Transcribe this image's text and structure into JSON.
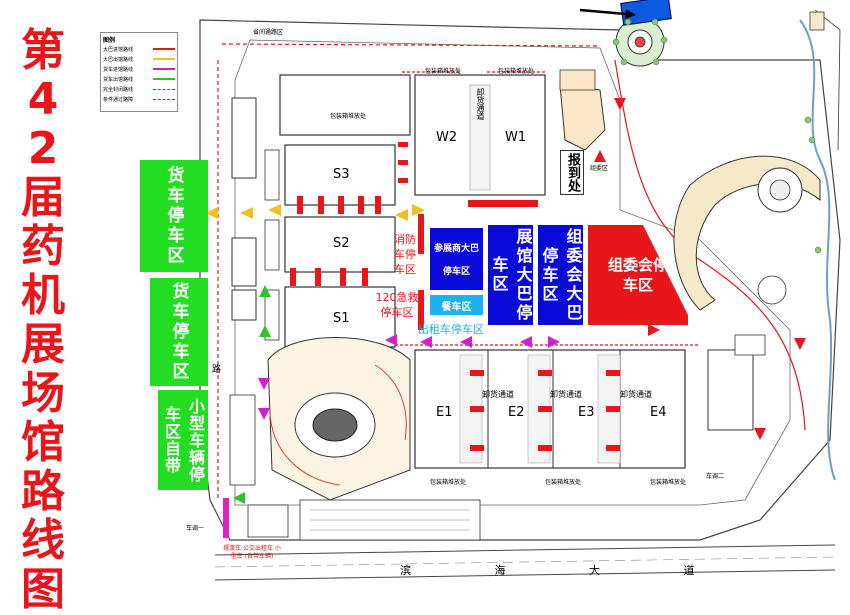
{
  "title": "第42届药机展场馆路线图",
  "legend": {
    "heading": "图例",
    "items": [
      {
        "label": "大巴进馆路线",
        "color": "#e8151b"
      },
      {
        "label": "大巴出馆路线",
        "color": "#f0c020"
      },
      {
        "label": "货车进馆路线",
        "color": "#d020d0"
      },
      {
        "label": "货车出馆路线",
        "color": "#30c030"
      },
      {
        "label": "完全封闭路线",
        "color": "#e8151b"
      },
      {
        "label": "条件通过路障",
        "color": "#e8151b"
      }
    ]
  },
  "zones": {
    "truck_parking_1": "货车停车区",
    "truck_parking_2": "货车停车区",
    "small_car_parking": "小型车辆停车区自带",
    "exhibitor_bus": "参展商大巴",
    "exhibitor_bus_sub": "停车区",
    "dining": "餐车区",
    "hall_bus": "展馆大巴停车区",
    "committee_bus": "组委会大巴停车区",
    "committee_parking": "组委会停车区",
    "fire_parking": "消防车停车区",
    "ambulance_parking": "120急救停车区",
    "taxi_parking": "出租车停车区",
    "registration": "报到处"
  },
  "halls": [
    "W2",
    "W1",
    "S3",
    "S2",
    "S1",
    "E1",
    "E2",
    "E3",
    "E4"
  ],
  "road_labels": {
    "unloading_w": "卸货通道",
    "unloading_e": [
      "卸货通道",
      "卸货通道",
      "卸货通道"
    ],
    "packing_top": "包装箱堆放处",
    "packing_top2": "包装箱堆放处",
    "packing_s": "包装箱堆放处",
    "packing_bottom": [
      "包装箱堆放处",
      "包装箱堆放处",
      "包装箱堆放处"
    ],
    "gate": "车调一",
    "gate_right": "车调二",
    "bottom_road": "滨 海 大 道",
    "bus_sign": "摆渡车 公交出租车 小型车 (自带车辆)",
    "side_road": "路",
    "top_zone": "省间通路区",
    "right_top_zone": "组委区"
  }
}
